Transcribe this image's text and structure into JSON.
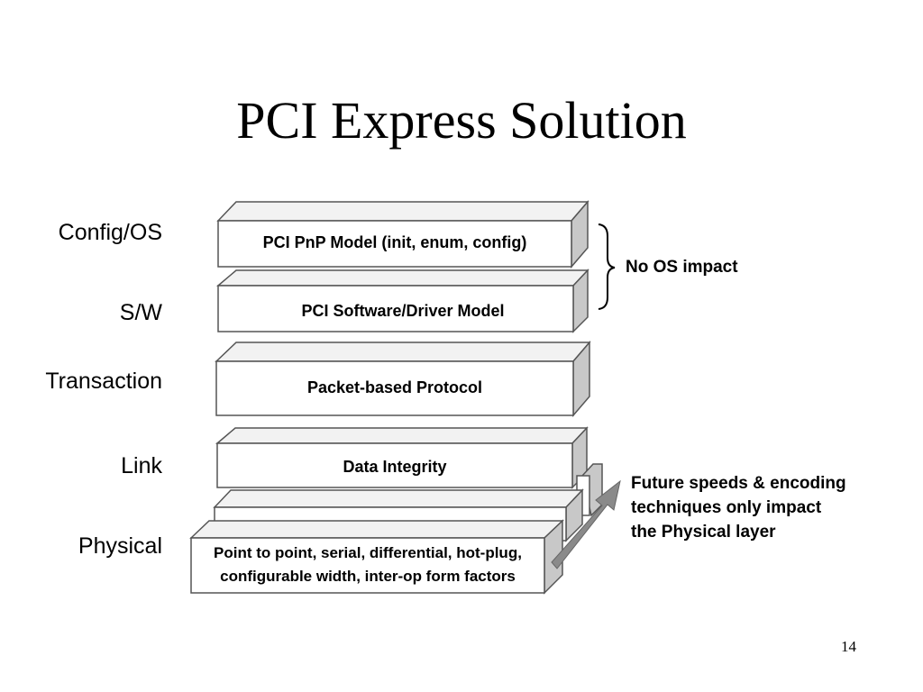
{
  "slide": {
    "title": "PCI Express Solution",
    "page_number": "14"
  },
  "layers": [
    {
      "name": "Config/OS",
      "box": "PCI PnP Model (init, enum, config)"
    },
    {
      "name": "S/W",
      "box": "PCI Software/Driver Model"
    },
    {
      "name": "Transaction",
      "box": "Packet-based Protocol"
    },
    {
      "name": "Link",
      "box": "Data Integrity"
    },
    {
      "name": "Physical",
      "box_line1": "Point to point, serial, differential, hot-plug,",
      "box_line2": "configurable width, inter-op form factors"
    }
  ],
  "annotations": {
    "bracket_note": "No OS impact",
    "arrow_note_line1": "Future speeds & encoding",
    "arrow_note_line2": "techniques only impact",
    "arrow_note_line3": "the Physical layer"
  },
  "colors": {
    "box_face": "#ffffff",
    "box_side": "#c8c8c8",
    "box_top": "#f2f2f2",
    "outline": "#555555",
    "arrow": "#8a8a8a"
  }
}
